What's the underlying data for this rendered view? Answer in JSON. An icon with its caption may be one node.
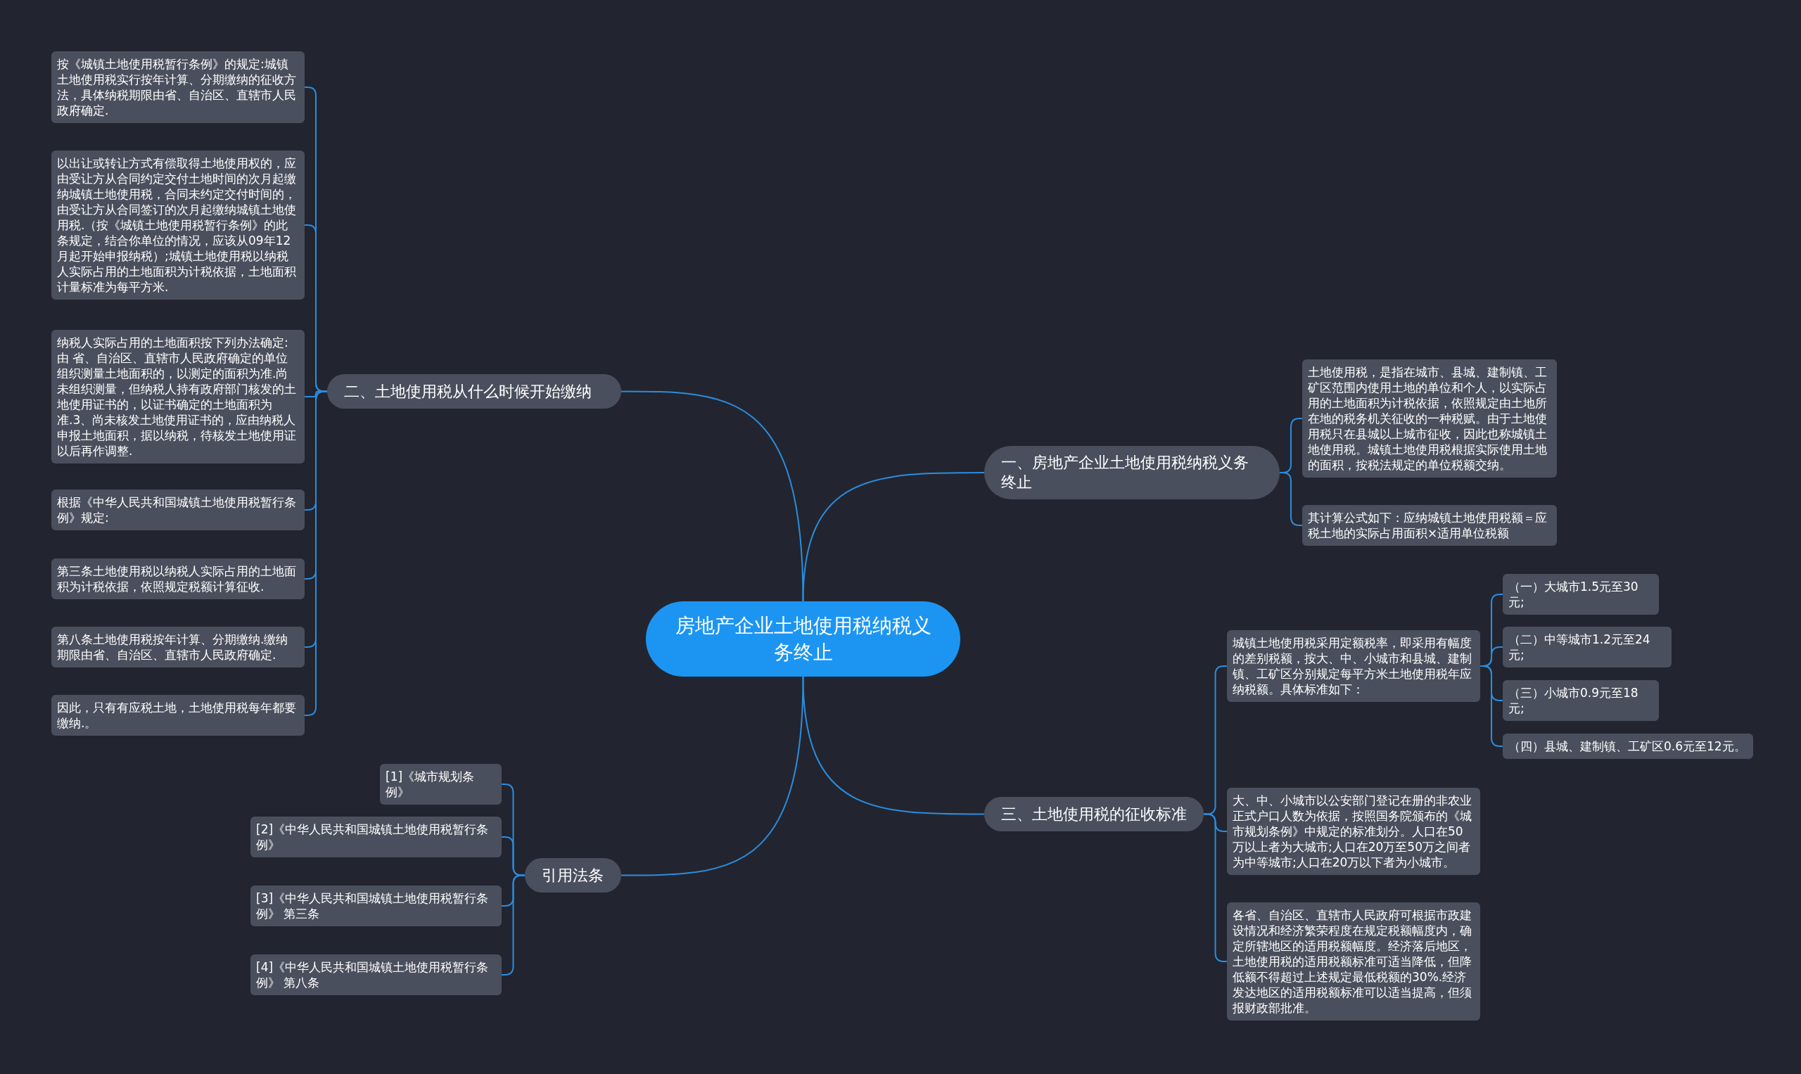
{
  "diagram": {
    "nodes": [
      {
        "text": [
          "房地产企业土地使用税纳税义务终止"
        ]
      },
      {
        "text": [
          "一、房地产企业土地使用税纳税义务终止"
        ]
      },
      {
        "text": [
          "土地使用税，是指在城市、县城、建制镇、工矿区范围内使用土地的单位和个人，以实际占用的土地面积为计税依据，依照规定由土地所在地的税务机关征收的一种税赋。由于土地使用税只在县城以上城市征收，因此也称城镇土地使用税。城镇土地使用税根据实际使用土地的面积，按税法规定的单位税额交纳。"
        ]
      },
      {
        "text": [
          "其计算公式如下：应纳城镇土地使用税额＝应税土地的实际占用面积×适用单位税额"
        ]
      },
      {
        "text": [
          "二、土地使用税从什么时候开始缴纳"
        ]
      },
      {
        "text": [
          "按《城镇土地使用税暂行条例》的规定:城镇土地使用税实行按年计算、分期缴纳的征收方法，具体纳税期限由省、自治区、直辖市人民政府确定."
        ]
      },
      {
        "text": [
          "以出让或转让方式有偿取得土地使用权的，应由受让方从合同约定交付土地时间的次月起缴纳城镇土地使用税，合同未约定交付时间的，由受让方从合同签订的次月起缴纳城镇土地使用税.（按《城镇土地使用税暂行条例》的此条规定，结合你单位的情况，应该从09年12月起开始申报纳税）;城镇土地使用税以纳税人实际占用的土地面积为计税依据，土地面积计量标准为每平方米."
        ]
      },
      {
        "text": [
          "纳税人实际占用的土地面积按下列办法确定:由 省、自治区、直辖市人民政府确定的单位组织测量土地面积的，以测定的面积为准.尚未组织测量，但纳税人持有政府部门核发的土地使用证书的，以证书确定的土地面积为准.3、尚未核发土地使用证书的，应由纳税人申报土地面积，据以纳税，待核发土地使用证以后再作调整."
        ]
      },
      {
        "text": [
          "根据《中华人民共和国城镇土地使用税暂行条例》规定:"
        ]
      },
      {
        "text": [
          "第三条土地使用税以纳税人实际占用的土地面积为计税依据，依照规定税额计算征收."
        ]
      },
      {
        "text": [
          "第八条土地使用税按年计算、分期缴纳.缴纳期限由省、自治区、直辖市人民政府确定."
        ]
      },
      {
        "text": [
          "因此，只有有应税土地，土地使用税每年都要缴纳.。"
        ]
      },
      {
        "text": [
          "三、土地使用税的征收标准"
        ]
      },
      {
        "text": [
          "城镇土地使用税采用定额税率，即采用有幅度的差别税额，按大、中、小城市和县城、建制镇、工矿区分别规定每平方米土地使用税年应纳税额。具体标准如下："
        ]
      },
      {
        "text": [
          "（一）大城市1.5元至30元;"
        ]
      },
      {
        "text": [
          "（二）中等城市1.2元至24元;"
        ]
      },
      {
        "text": [
          "（三）小城市0.9元至18元;"
        ]
      },
      {
        "text": [
          "（四）县城、建制镇、工矿区0.6元至12元。"
        ]
      },
      {
        "text": [
          "大、中、小城市以公安部门登记在册的非农业正式户口人数为依据，按照国务院颁布的《城市规划条例》中规定的标准划分。人口在50万以上者为大城市;人口在20万至50万之间者为中等城市;人口在20万以下者为小城市。"
        ]
      },
      {
        "text": [
          "各省、自治区、直辖市人民政府可根据市政建设情况和经济繁荣程度在规定税额幅度内，确定所辖地区的适用税额幅度。经济落后地区，土地使用税的适用税额标准可适当降低，但降低额不得超过上述规定最低税额的30%.经济发达地区的适用税额标准可以适当提高，但须报财政部批准。"
        ]
      },
      {
        "text": [
          "引用法条"
        ]
      },
      {
        "text": [
          "[1]《城市规划条例》"
        ]
      },
      {
        "text": [
          "[2]《中华人民共和国城镇土地使用税暂行条例》"
        ]
      },
      {
        "text": [
          "[3]《中华人民共和国城镇土地使用税暂行条例》 第三条"
        ]
      },
      {
        "text": [
          "[4]《中华人民共和国城镇土地使用税暂行条例》 第八条"
        ]
      }
    ],
    "edges": [
      {
        "from": 0,
        "to": 1,
        "arrow": "none"
      },
      {
        "from": 1,
        "to": 2,
        "arrow": "none"
      },
      {
        "from": 1,
        "to": 3,
        "arrow": "none"
      },
      {
        "from": 0,
        "to": 4,
        "arrow": "none"
      },
      {
        "from": 4,
        "to": 5,
        "arrow": "none"
      },
      {
        "from": 4,
        "to": 6,
        "arrow": "none"
      },
      {
        "from": 4,
        "to": 7,
        "arrow": "none"
      },
      {
        "from": 4,
        "to": 8,
        "arrow": "none"
      },
      {
        "from": 4,
        "to": 9,
        "arrow": "none"
      },
      {
        "from": 4,
        "to": 10,
        "arrow": "none"
      },
      {
        "from": 4,
        "to": 11,
        "arrow": "none"
      },
      {
        "from": 0,
        "to": 12,
        "arrow": "none"
      },
      {
        "from": 12,
        "to": 13,
        "arrow": "none"
      },
      {
        "from": 13,
        "to": 14,
        "arrow": "none"
      },
      {
        "from": 13,
        "to": 15,
        "arrow": "none"
      },
      {
        "from": 13,
        "to": 16,
        "arrow": "none"
      },
      {
        "from": 13,
        "to": 17,
        "arrow": "none"
      },
      {
        "from": 12,
        "to": 18,
        "arrow": "none"
      },
      {
        "from": 12,
        "to": 19,
        "arrow": "none"
      },
      {
        "from": 0,
        "to": 20,
        "arrow": "none"
      },
      {
        "from": 20,
        "to": 21,
        "arrow": "none"
      },
      {
        "from": 20,
        "to": 22,
        "arrow": "none"
      },
      {
        "from": 20,
        "to": 23,
        "arrow": "none"
      },
      {
        "from": 20,
        "to": 24,
        "arrow": "none"
      }
    ]
  }
}
